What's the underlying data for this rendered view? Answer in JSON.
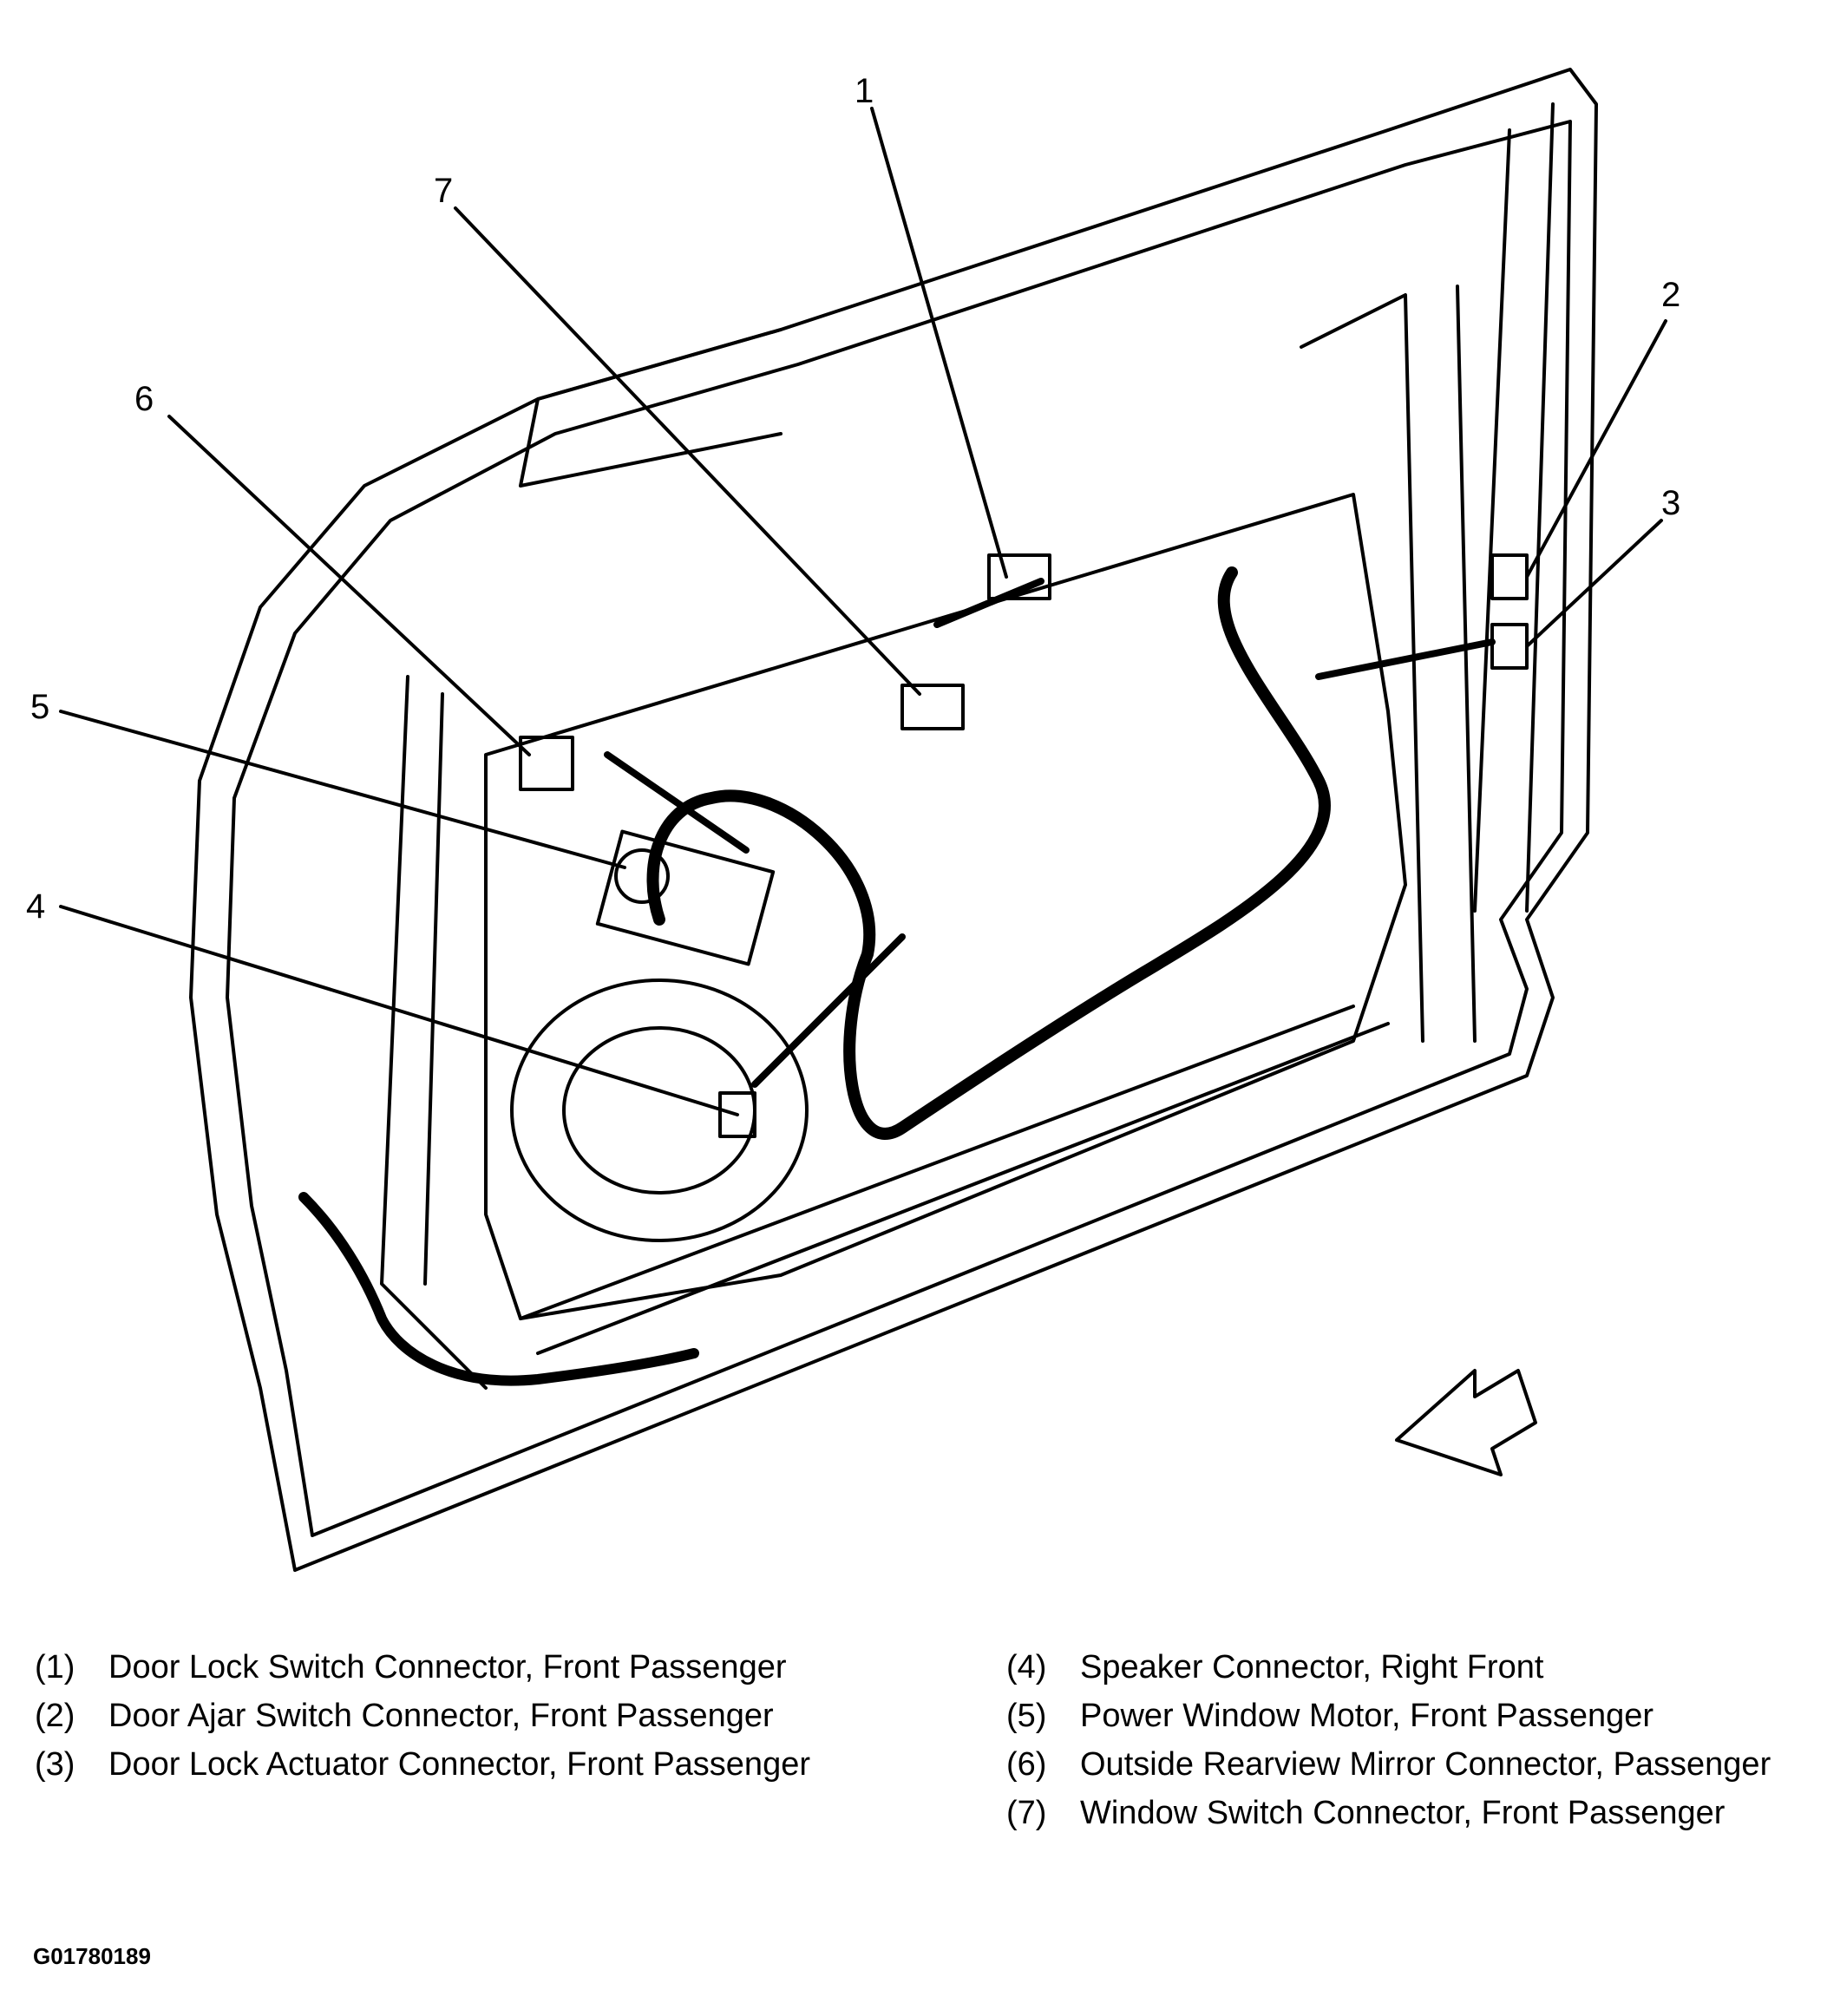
{
  "callouts": [
    "1",
    "2",
    "3",
    "4",
    "5",
    "6",
    "7"
  ],
  "legend": {
    "left": [
      {
        "num": "(1)",
        "text": "Door Lock Switch Connector, Front Passenger"
      },
      {
        "num": "(2)",
        "text": "Door Ajar Switch Connector, Front Passenger"
      },
      {
        "num": "(3)",
        "text": "Door Lock Actuator Connector, Front Passenger"
      }
    ],
    "right": [
      {
        "num": "(4)",
        "text": "Speaker Connector, Right Front"
      },
      {
        "num": "(5)",
        "text": "Power Window Motor, Front Passenger"
      },
      {
        "num": "(6)",
        "text": "Outside Rearview Mirror Connector, Passenger"
      },
      {
        "num": "(7)",
        "text": "Window Switch Connector, Front Passenger"
      }
    ]
  },
  "figure_id": "G01780189"
}
